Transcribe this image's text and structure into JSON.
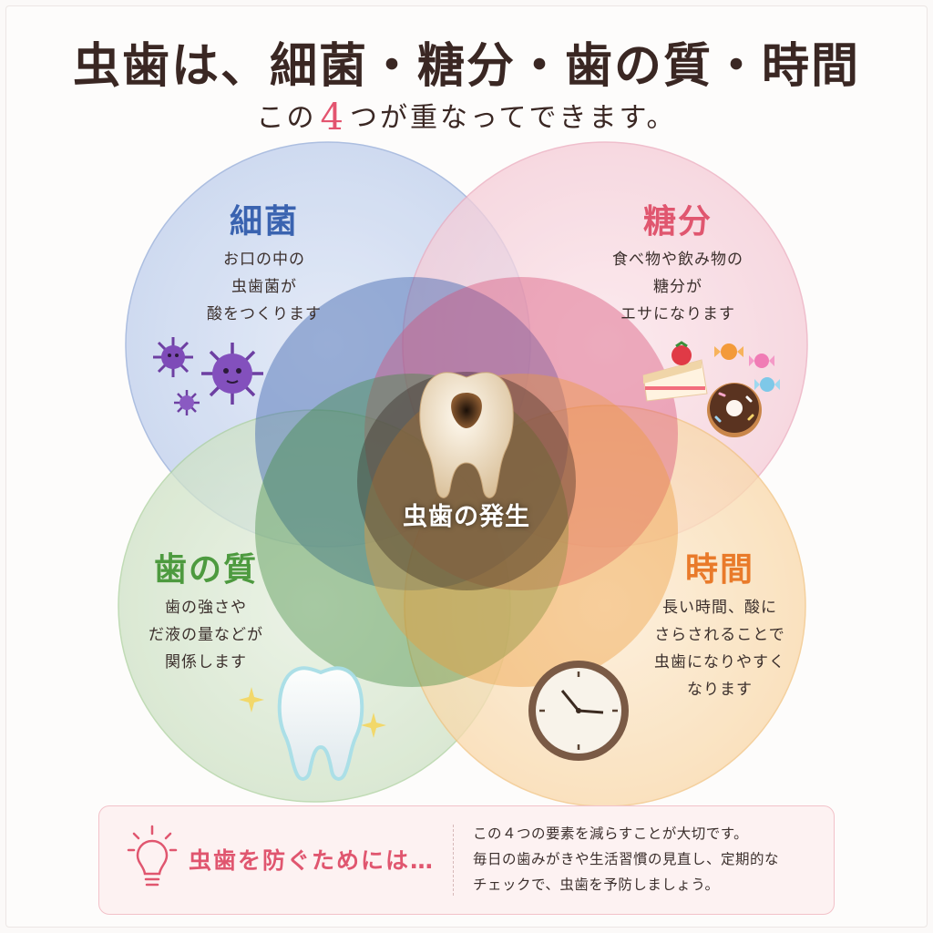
{
  "title": "虫歯は、細菌・糖分・歯の質・時間",
  "subtitle": {
    "before": "この",
    "number": "4",
    "after": "つが重なってできます。"
  },
  "circles": {
    "bacteria": {
      "label": "細菌",
      "color": "#3a63b0",
      "desc": [
        "お口の中の",
        "虫歯菌が",
        "酸をつくります"
      ]
    },
    "sugar": {
      "label": "糖分",
      "color": "#e0566f",
      "desc": [
        "食べ物や飲み物の",
        "糖分が",
        "エサになります"
      ]
    },
    "tooth_quality": {
      "label": "歯の質",
      "color": "#4d9a3f",
      "desc": [
        "歯の強さや",
        "だ液の量などが",
        "関係します"
      ]
    },
    "time": {
      "label": "時間",
      "color": "#e97a2a",
      "desc": [
        "長い時間、酸に",
        "さらされることで",
        "虫歯になりやすく",
        "なります"
      ]
    }
  },
  "center_label": "虫歯の発生",
  "prevention": {
    "title": "虫歯を防ぐためには…",
    "text": [
      "この４つの要素を減らすことが大切です。",
      "毎日の歯みがきや生活習慣の見直し、定期的な",
      "チェックで、虫歯を予防しましょう。"
    ]
  }
}
